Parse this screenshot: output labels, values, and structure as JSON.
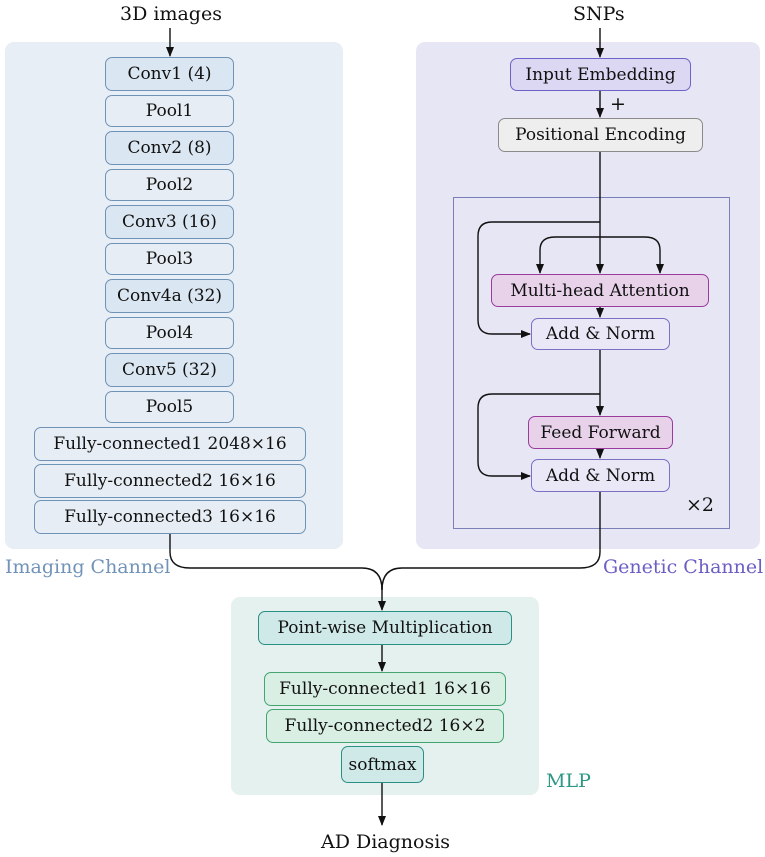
{
  "inputs": {
    "images": "3D images",
    "snps": "SNPs"
  },
  "output": "AD Diagnosis",
  "imaging": {
    "title": "Imaging Channel",
    "conv1": "Conv1 (4)",
    "pool1": "Pool1",
    "conv2": "Conv2 (8)",
    "pool2": "Pool2",
    "conv3": "Conv3 (16)",
    "pool3": "Pool3",
    "conv4a": "Conv4a (32)",
    "pool4": "Pool4",
    "conv5": "Conv5 (32)",
    "pool5": "Pool5",
    "fc1": "Fully-connected1 2048×16",
    "fc2": "Fully-connected2 16×16",
    "fc3": "Fully-connected3 16×16"
  },
  "genetic": {
    "title": "Genetic Channel",
    "embedding": "Input Embedding",
    "plus": "+",
    "positional": "Positional Encoding",
    "attention": "Multi-head Attention",
    "addnorm1": "Add & Norm",
    "feedforward": "Feed Forward",
    "addnorm2": "Add & Norm",
    "repeat": "×2"
  },
  "mlp": {
    "title": "MLP",
    "multiply": "Point-wise Multiplication",
    "fc1": "Fully-connected1 16×16",
    "fc2": "Fully-connected2 16×2",
    "softmax": "softmax"
  },
  "colors": {
    "imaging_panel": "#e8eef5",
    "genetic_panel": "#e7e6f5",
    "mlp_panel": "#e5f1ef",
    "imaging_title": "#7193b8",
    "genetic_title": "#6a5fc4",
    "mlp_title": "#2e9686",
    "transformer_border": "#7a7fb8",
    "edge": "#111111"
  }
}
